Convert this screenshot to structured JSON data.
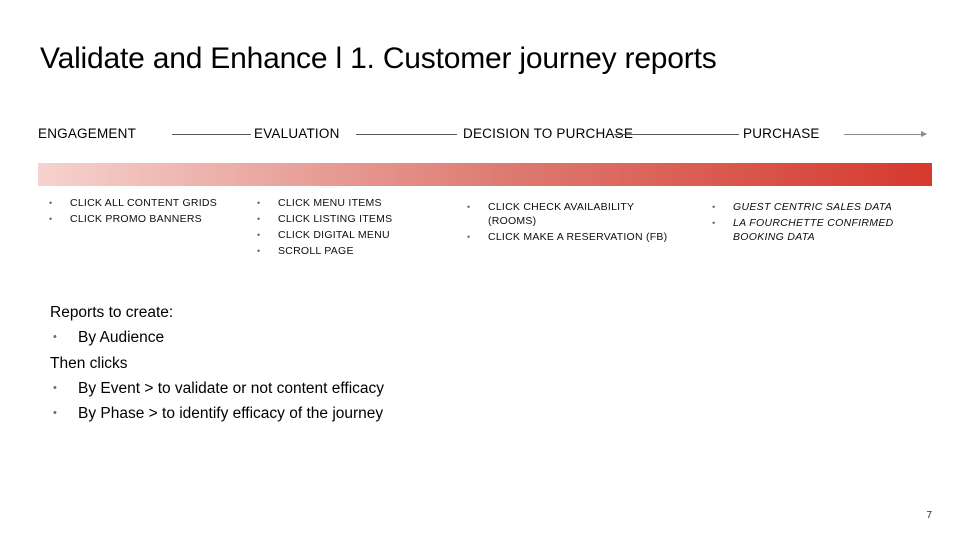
{
  "slide": {
    "title": "Validate and Enhance l 1. Customer journey reports",
    "page_number": "7"
  },
  "journey": {
    "phases": [
      {
        "label": "ENGAGEMENT"
      },
      {
        "label": "EVALUATION"
      },
      {
        "label": "DECISION TO PURCHASE"
      },
      {
        "label": "PURCHASE"
      }
    ],
    "bar": {
      "gradient_start_color": "#f6d2ce",
      "gradient_mid_color": "#dd7b72",
      "gradient_end_color": "#d6392e"
    },
    "connector_color": "#595959",
    "arrow_color": "#8c8c8c"
  },
  "columns": [
    {
      "phase": "ENGAGEMENT",
      "italic": false,
      "items": [
        "CLICK ALL CONTENT GRIDS",
        "CLICK PROMO BANNERS"
      ]
    },
    {
      "phase": "EVALUATION",
      "italic": false,
      "items": [
        "CLICK MENU ITEMS",
        "CLICK LISTING ITEMS",
        "CLICK DIGITAL MENU",
        "SCROLL PAGE"
      ]
    },
    {
      "phase": "DECISION TO PURCHASE",
      "italic": false,
      "items": [
        "CLICK CHECK AVAILABILITY (ROOMS)",
        "CLICK MAKE A RESERVATION (FB)"
      ]
    },
    {
      "phase": "PURCHASE",
      "italic": true,
      "items": [
        "GUEST CENTRIC SALES DATA",
        "LA FOURCHETTE CONFIRMED BOOKING DATA"
      ]
    }
  ],
  "reports": {
    "heading": "Reports to create:",
    "audience_bullet": "By Audience",
    "then_clicks": "Then clicks",
    "event_bullet": "By Event > to  validate or not content efficacy",
    "phase_bullet": "By Phase > to identify efficacy of the journey"
  }
}
